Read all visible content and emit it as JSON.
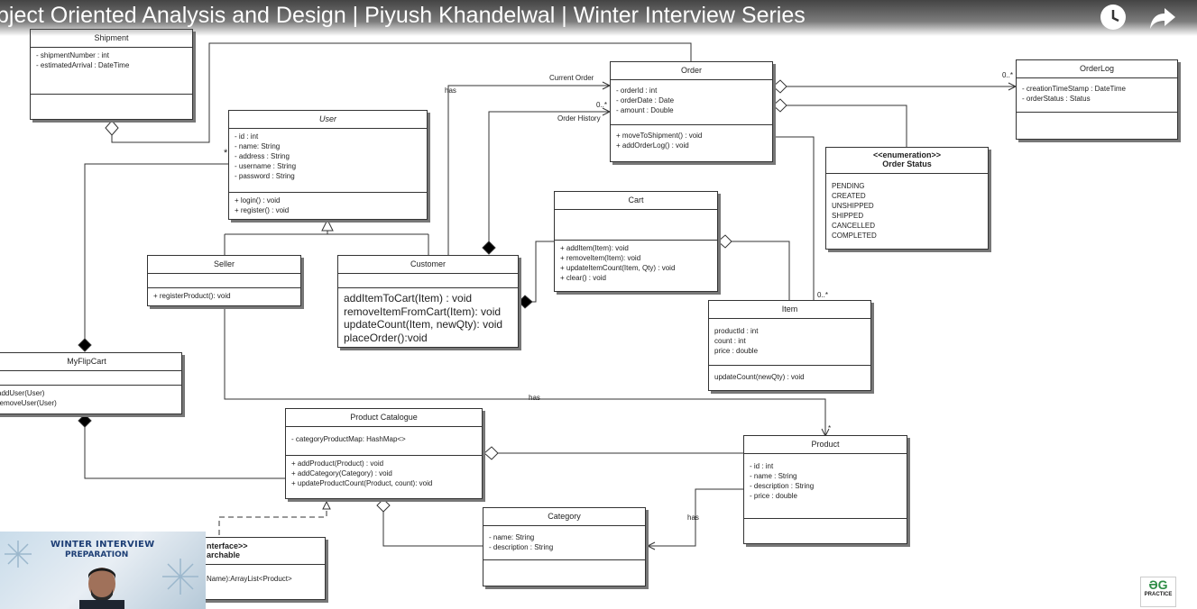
{
  "video": {
    "title": "bject Oriented Analysis and Design | Piyush Khandelwal | Winter Interview Series",
    "icons": [
      "watch-later-icon",
      "share-icon"
    ]
  },
  "classes": {
    "shipment": {
      "name": "Shipment",
      "attrs": [
        "- shipmentNumber : int",
        "- estimatedArrival : DateTime"
      ]
    },
    "user": {
      "name": "User",
      "attrs": [
        "- id : int",
        "- name: String",
        "- address : String",
        "- username : String",
        "- password : String"
      ],
      "ops": [
        "+ login() : void",
        "+ register() : void"
      ]
    },
    "order": {
      "name": "Order",
      "attrs": [
        "- orderId : int",
        "- orderDate : Date",
        "- amount : Double"
      ],
      "ops": [
        "+ moveToShipment() : void",
        "+ addOrderLog() : void"
      ]
    },
    "orderlog": {
      "name": "OrderLog",
      "attrs": [
        "- creationTimeStamp : DateTime",
        "- orderStatus : Status"
      ]
    },
    "orderstatus": {
      "stereotype": "<<enumeration>>",
      "name": "Order Status",
      "values": [
        "PENDING",
        "CREATED",
        "UNSHIPPED",
        "SHIPPED",
        "CANCELLED",
        "COMPLETED"
      ]
    },
    "cart": {
      "name": "Cart",
      "ops": [
        "+ addItem(Item): void",
        "+ removeItem(Item): void",
        "+ updateItemCount(Item, Qty) : void",
        "+ clear() : void"
      ]
    },
    "seller": {
      "name": "Seller",
      "ops": [
        "+ registerProduct(): void"
      ]
    },
    "customer": {
      "name": "Customer",
      "ops": [
        "addItemToCart(Item) : void",
        "removeItemFromCart(Item): void",
        "updateCount(Item, newQty): void",
        "placeOrder():void"
      ]
    },
    "item": {
      "name": "Item",
      "attrs": [
        "productId : int",
        "count : int",
        "price : double"
      ],
      "ops": [
        "updateCount(newQty) : void"
      ]
    },
    "myflipcart": {
      "name": "MyFlipCart",
      "ops": [
        "addUser(User)",
        "removeUser(User)"
      ]
    },
    "catalogue": {
      "name": "Product Catalogue",
      "attrs": [
        "- categoryProductMap: HashMap<>"
      ],
      "ops": [
        "+ addProduct(Product) : void",
        "+ addCategory(Category) : void",
        "+ updateProductCount(Product, count): void"
      ]
    },
    "product": {
      "name": "Product",
      "attrs": [
        "- id : int",
        "- name : String",
        "- description : String",
        "- price : double"
      ]
    },
    "category": {
      "name": "Category",
      "attrs": [
        "- name: String",
        "- description : String"
      ]
    },
    "searchable": {
      "stereotype": "nterface>>",
      "name": "archable",
      "ops": [
        "Name):ArrayList<Product>"
      ]
    }
  },
  "labels": {
    "has_order": "has",
    "current_order": "Current Order",
    "order_history": "Order History",
    "mult_order_history": "0..*",
    "mult_orderlog": "0..*",
    "mult_user": "*",
    "mult_item": "0..*",
    "has_product": "has",
    "mult_product": "*",
    "has_category": "has"
  },
  "overlay": {
    "banner_line1": "WINTER INTERVIEW",
    "banner_line2": "PREPARATION",
    "logo_text": "PRACTICE"
  }
}
